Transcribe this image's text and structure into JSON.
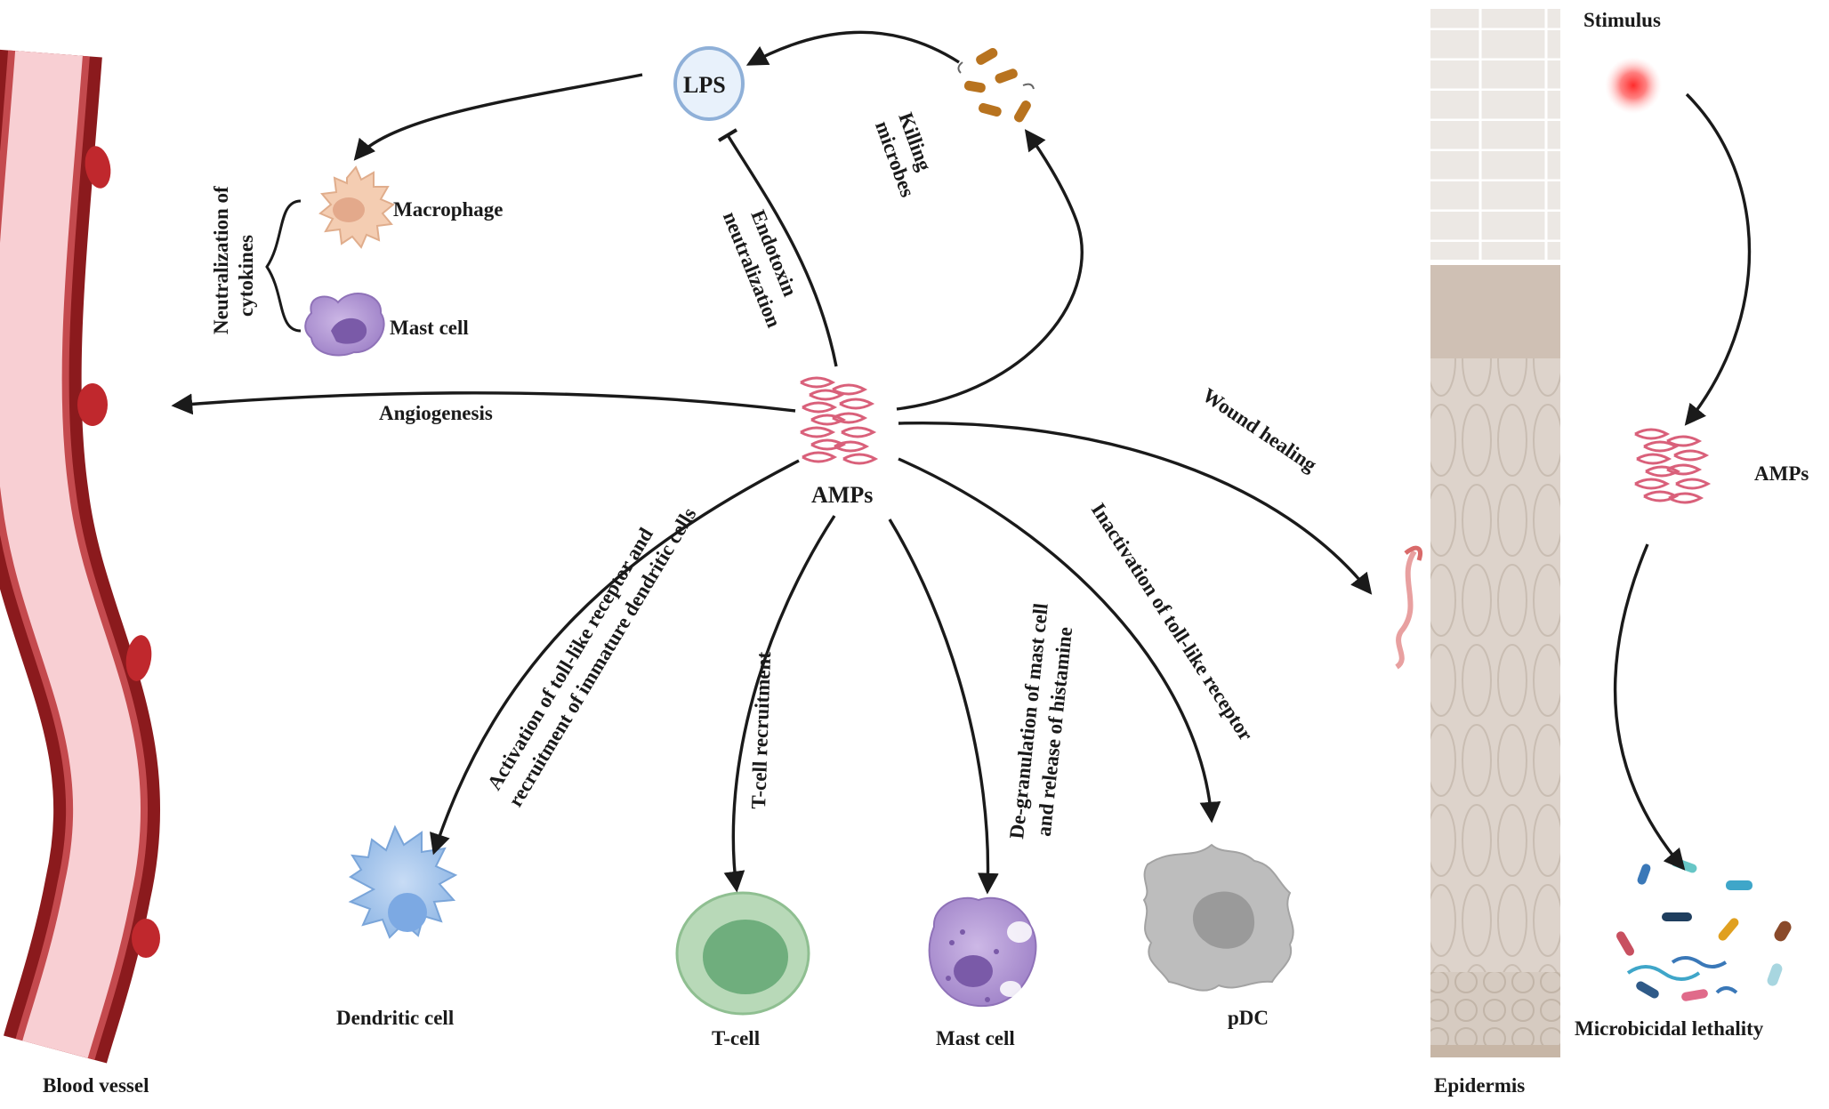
{
  "labels": {
    "lps": "LPS",
    "killing_microbes": [
      "Killing",
      "microbes"
    ],
    "neutralization_of_cytokines": [
      "Neutralization of",
      "cytokines"
    ],
    "macrophage": "Macrophage",
    "mast_cell_top": "Mast cell",
    "endotoxin_neutralization": [
      "Endotoxin",
      "neutralization"
    ],
    "angiogenesis": "Angiogenesis",
    "amps_center": "AMPs",
    "wound_healing": "Wound healing",
    "activation_tlr": [
      "Activation of toll-like receptor and",
      "recruitment of immature dendritic cells"
    ],
    "tcell_recruitment": "T-cell recruitment",
    "degranulation": [
      "De-granulation of mast cell",
      "and release of histamine"
    ],
    "inactivation_tlr": "Inactivation of toll-like receptor",
    "dendritic_cell": "Dendritic cell",
    "tcell": "T-cell",
    "mast_cell_bottom": "Mast cell",
    "pdc": "pDC",
    "blood_vessel": "Blood vessel",
    "epidermis": "Epidermis",
    "stimulus": "Stimulus",
    "amps_right": "AMPs",
    "microbicidal_lethality": "Microbicidal lethality"
  },
  "colors": {
    "vessel_dark": "#8b1a1d",
    "vessel_lumen": "#f8cfd3",
    "rbc": "#c0282d",
    "amp_helix": "#d9607a",
    "lps_fill": "#e8f1fb",
    "lps_stroke": "#8fb0d8",
    "macrophage": "#f4cdb2",
    "mast_top": "#b79ad6",
    "dendritic": "#9ec2ec",
    "tcell_outer": "#b8d9b8",
    "tcell_inner": "#6fae7d",
    "mast_bottom": "#b39ad6",
    "pdc": "#bdbdbd",
    "epidermis_top": "#ece8e4",
    "epidermis_bottom": "#ded5cd",
    "stimulus": "#ff4d4d"
  }
}
